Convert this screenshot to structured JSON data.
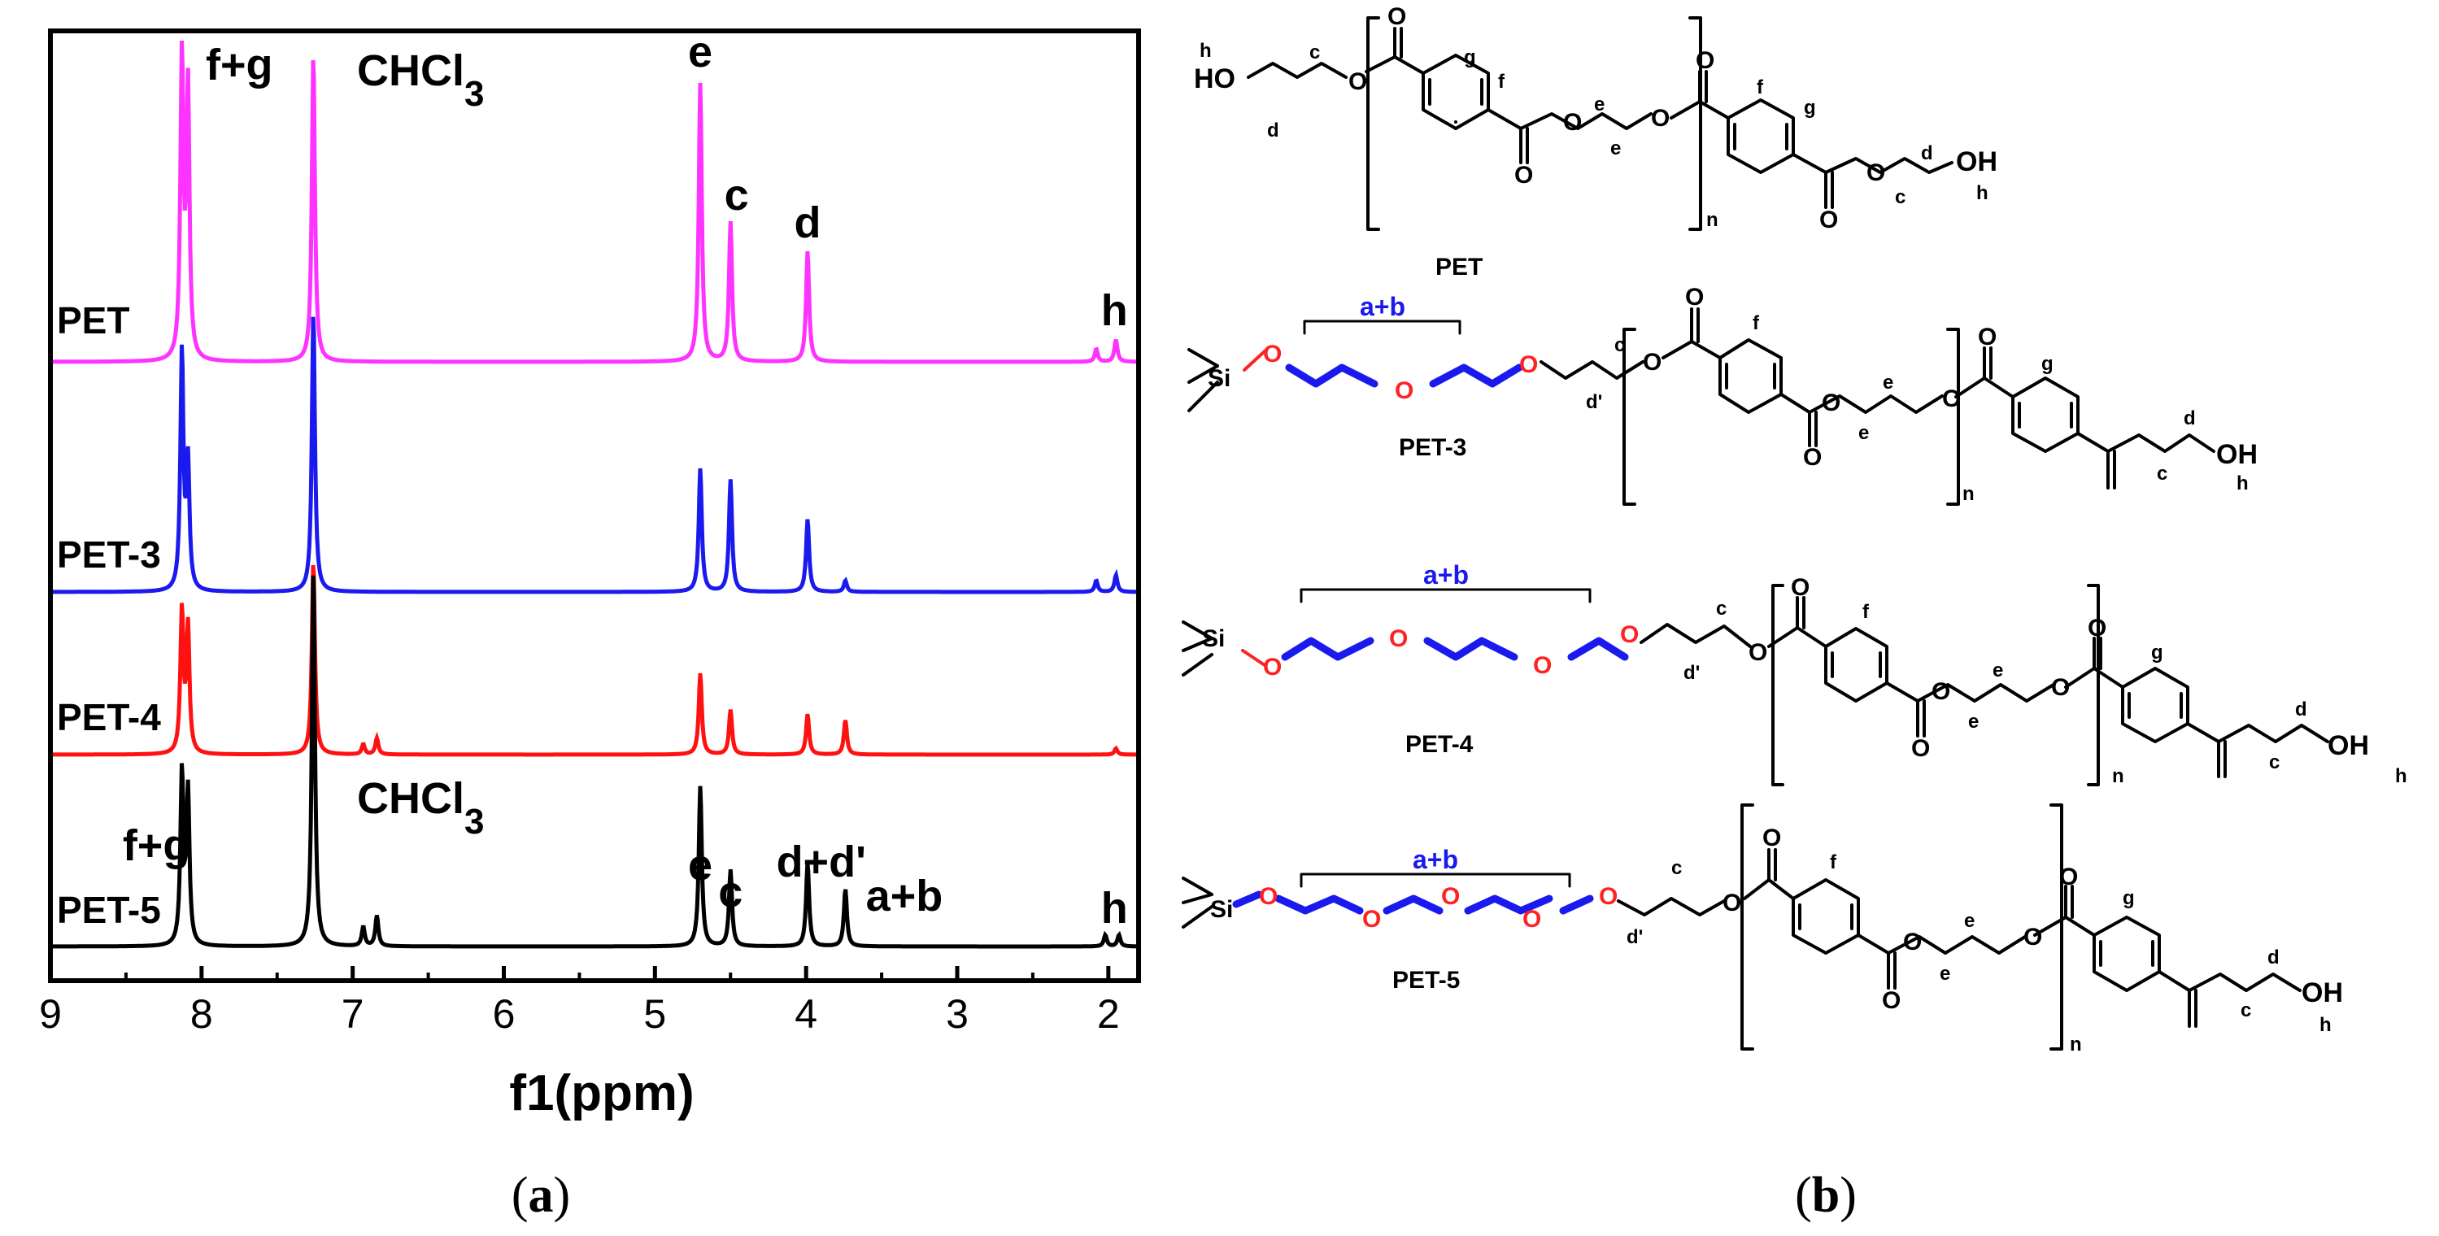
{
  "panel_a": {
    "label_main": "a",
    "label_open": "(",
    "label_close": ")"
  },
  "panel_b": {
    "label_main": "b",
    "label_open": "(",
    "label_close": ")",
    "structures": [
      {
        "name": "PET",
        "atoms": [
          "HO",
          "O",
          "O",
          "O",
          "O",
          "O",
          "O",
          "O",
          "O",
          "OH"
        ],
        "letters": [
          "h",
          "c",
          "d",
          "g",
          "f",
          "e",
          "e",
          "f",
          "g",
          "d",
          "c",
          "h",
          "n"
        ]
      },
      {
        "name": "PET-3",
        "atoms": [
          "Si",
          "O",
          "O",
          "O",
          "O",
          "O",
          "O",
          "O",
          "O",
          "O",
          "OH"
        ],
        "bracket_label": "a+b",
        "letters": [
          "c",
          "d'",
          "f",
          "e",
          "e",
          "g",
          "d",
          "c",
          "h",
          "n"
        ]
      },
      {
        "name": "PET-4",
        "atoms": [
          "Si",
          "O",
          "O",
          "O",
          "O",
          "O",
          "O",
          "O",
          "O",
          "O",
          "O",
          "OH"
        ],
        "bracket_label": "a+b",
        "letters": [
          "c",
          "d'",
          "f",
          "e",
          "e",
          "g",
          "d",
          "c",
          "h",
          "n"
        ]
      },
      {
        "name": "PET-5",
        "atoms": [
          "Si",
          "O",
          "O",
          "O",
          "O",
          "O",
          "O",
          "O",
          "O",
          "O",
          "O",
          "O",
          "OH"
        ],
        "bracket_label": "a+b",
        "letters": [
          "c",
          "d'",
          "f",
          "e",
          "e",
          "g",
          "d",
          "c",
          "h",
          "n"
        ]
      }
    ]
  },
  "chart_data": {
    "type": "line",
    "xlabel": "f1(ppm)",
    "ylabel": "",
    "xlim": [
      9,
      1.8
    ],
    "x_reversed": true,
    "x_ticks": [
      9,
      8,
      7,
      6,
      5,
      4,
      3,
      2
    ],
    "grid": false,
    "legend": "none",
    "series": [
      {
        "name": "PET",
        "color": "#ff33ff",
        "peaks": [
          {
            "ppm": 8.13,
            "height": 0.95
          },
          {
            "ppm": 8.09,
            "height": 0.85
          },
          {
            "ppm": 7.26,
            "height": 0.97
          },
          {
            "ppm": 4.7,
            "height": 0.88
          },
          {
            "ppm": 4.5,
            "height": 0.44
          },
          {
            "ppm": 3.99,
            "height": 0.35
          },
          {
            "ppm": 2.08,
            "height": 0.04
          },
          {
            "ppm": 1.95,
            "height": 0.07
          }
        ],
        "annotations": [
          {
            "text": "f+g",
            "ppm": 7.75
          },
          {
            "text": "CHCl",
            "sub": "3",
            "ppm": 6.55
          },
          {
            "text": "e",
            "ppm": 4.7
          },
          {
            "text": "c",
            "ppm": 4.46
          },
          {
            "text": "d",
            "ppm": 3.99
          },
          {
            "text": "h",
            "ppm": 1.96
          }
        ]
      },
      {
        "name": "PET-3",
        "color": "#1a1aee",
        "peaks": [
          {
            "ppm": 8.13,
            "height": 0.85
          },
          {
            "ppm": 8.09,
            "height": 0.45
          },
          {
            "ppm": 7.26,
            "height": 1.0
          },
          {
            "ppm": 4.7,
            "height": 0.44
          },
          {
            "ppm": 4.5,
            "height": 0.4
          },
          {
            "ppm": 3.99,
            "height": 0.26
          },
          {
            "ppm": 3.74,
            "height": 0.04
          },
          {
            "ppm": 2.08,
            "height": 0.04
          },
          {
            "ppm": 1.95,
            "height": 0.06
          }
        ],
        "annotations": []
      },
      {
        "name": "PET-4",
        "color": "#ff1111",
        "peaks": [
          {
            "ppm": 8.13,
            "height": 0.7
          },
          {
            "ppm": 8.09,
            "height": 0.62
          },
          {
            "ppm": 7.26,
            "height": 0.95
          },
          {
            "ppm": 6.93,
            "height": 0.05
          },
          {
            "ppm": 6.84,
            "height": 0.08
          },
          {
            "ppm": 4.7,
            "height": 0.4
          },
          {
            "ppm": 4.5,
            "height": 0.22
          },
          {
            "ppm": 3.99,
            "height": 0.2
          },
          {
            "ppm": 3.74,
            "height": 0.17
          },
          {
            "ppm": 1.95,
            "height": 0.03
          }
        ],
        "annotations": []
      },
      {
        "name": "PET-5",
        "color": "#000000",
        "peaks": [
          {
            "ppm": 8.13,
            "height": 0.45
          },
          {
            "ppm": 8.09,
            "height": 0.4
          },
          {
            "ppm": 7.26,
            "height": 0.99
          },
          {
            "ppm": 6.93,
            "height": 0.05
          },
          {
            "ppm": 6.84,
            "height": 0.08
          },
          {
            "ppm": 4.7,
            "height": 0.42
          },
          {
            "ppm": 4.5,
            "height": 0.2
          },
          {
            "ppm": 3.99,
            "height": 0.22
          },
          {
            "ppm": 3.74,
            "height": 0.15
          },
          {
            "ppm": 2.02,
            "height": 0.03
          },
          {
            "ppm": 1.93,
            "height": 0.03
          }
        ],
        "annotations": [
          {
            "text": "f+g",
            "ppm": 8.3
          },
          {
            "text": "CHCl",
            "sub": "3",
            "ppm": 6.55
          },
          {
            "text": "e",
            "ppm": 4.7
          },
          {
            "text": "c",
            "ppm": 4.5
          },
          {
            "text": "d+d'",
            "ppm": 3.9
          },
          {
            "text": "a+b",
            "ppm": 3.35
          },
          {
            "text": "h",
            "ppm": 1.96
          }
        ]
      }
    ]
  }
}
